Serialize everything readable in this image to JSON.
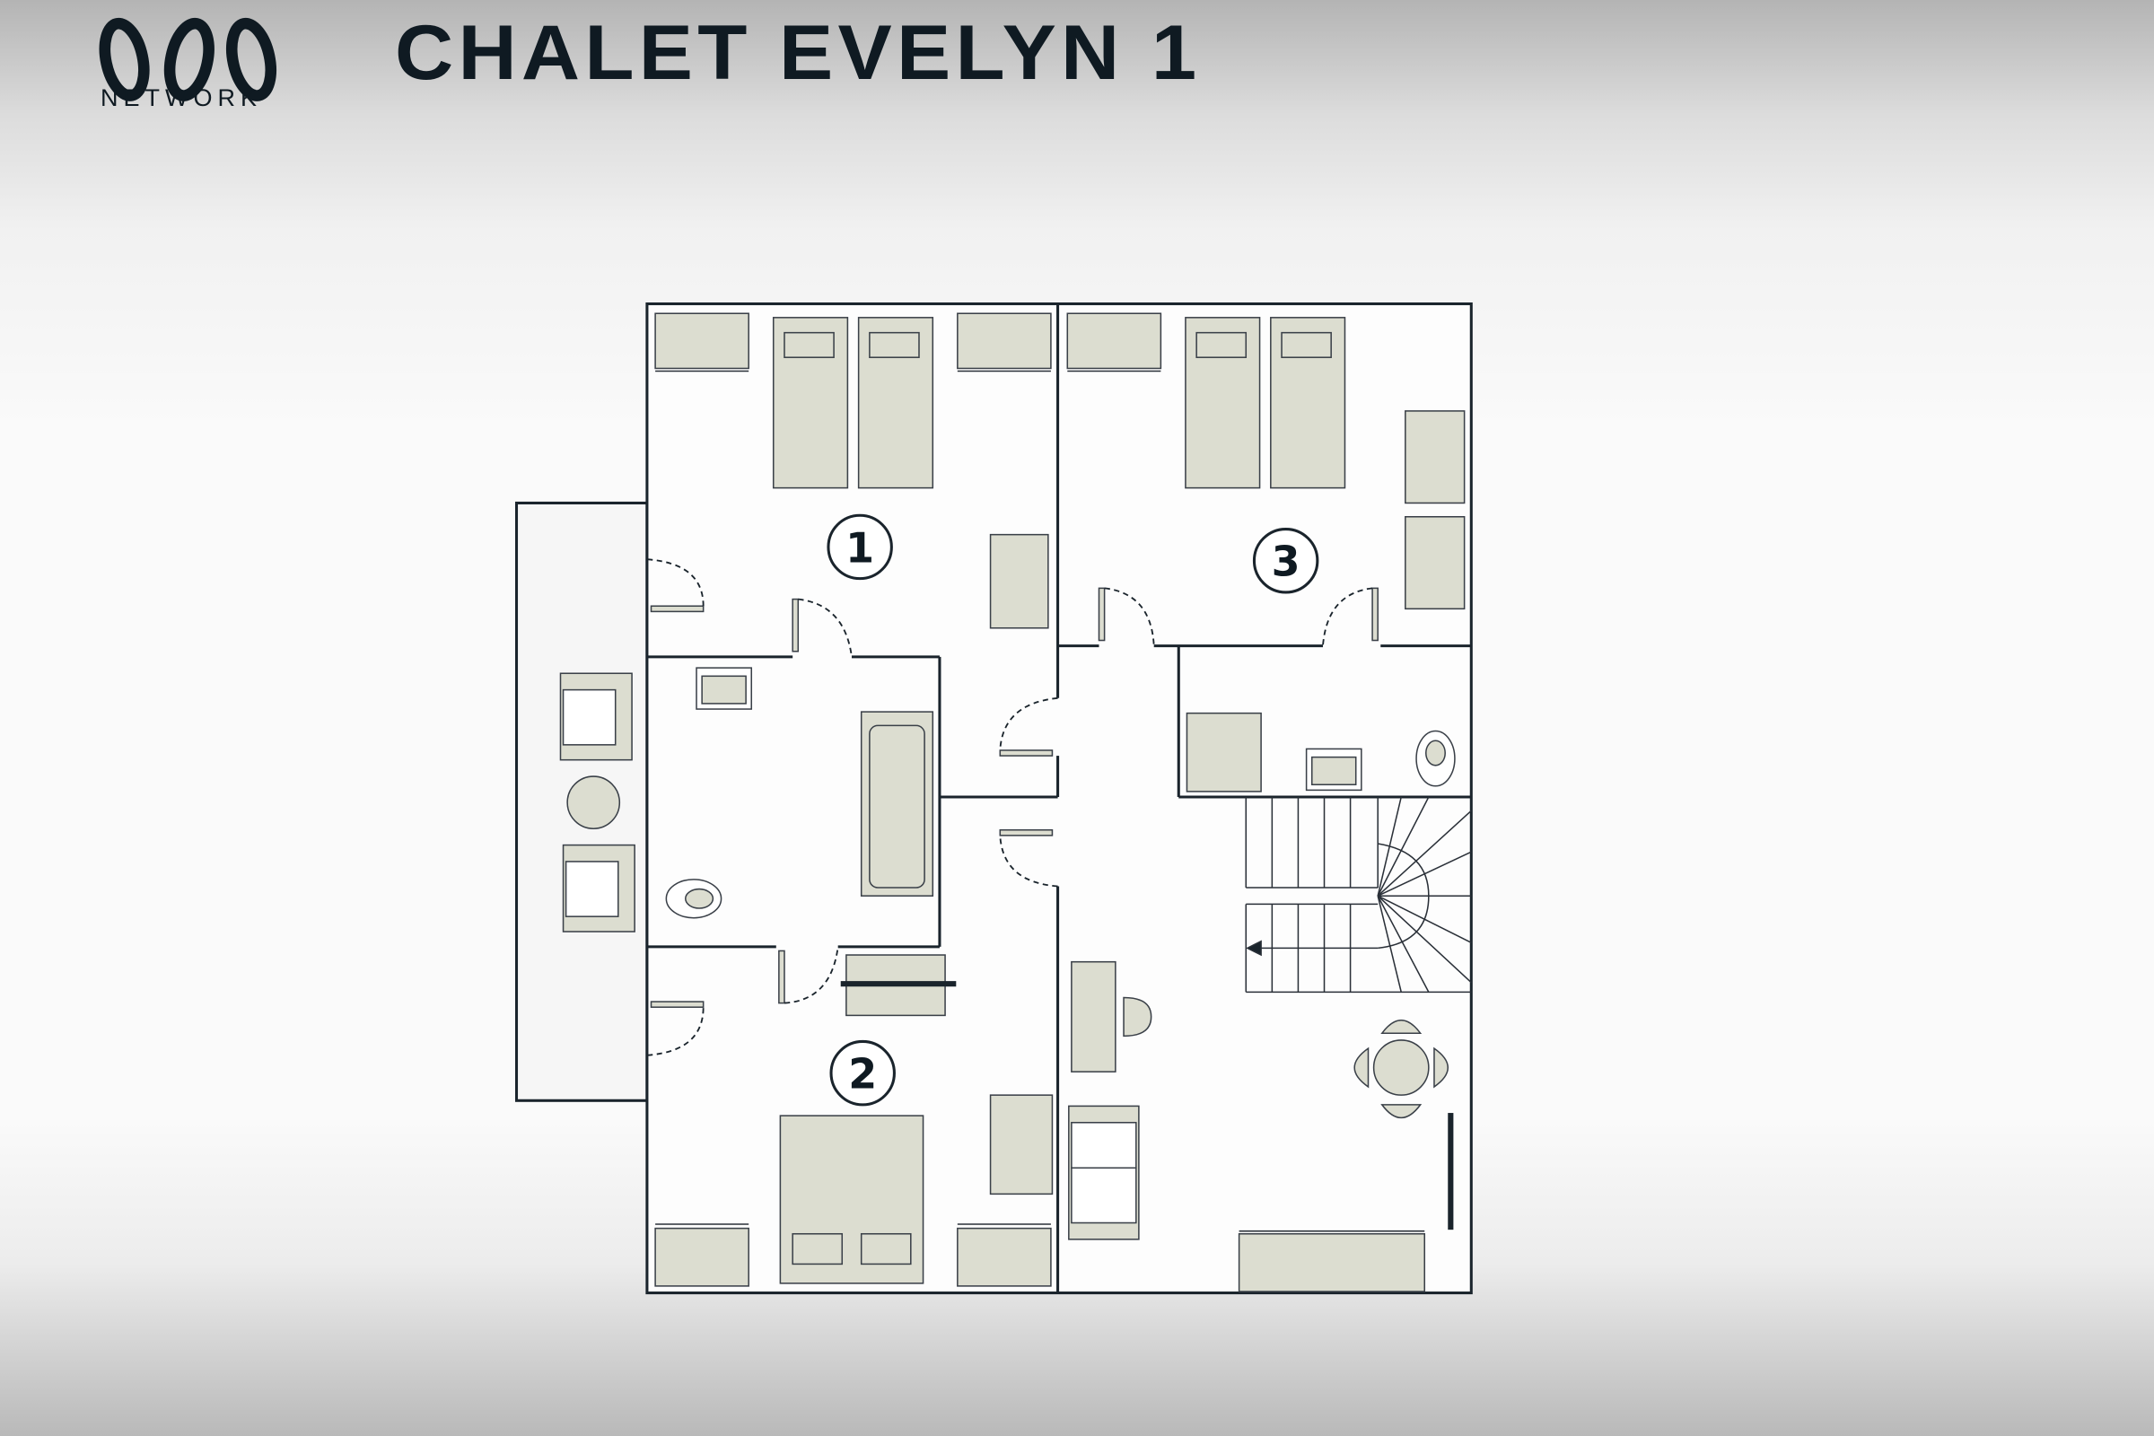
{
  "brand": {
    "logo_text": "NETWORK"
  },
  "title": "CHALET EVELYN 1",
  "rooms": [
    {
      "number": "1"
    },
    {
      "number": "2"
    },
    {
      "number": "3"
    }
  ],
  "colors": {
    "ink": "#0f1a22",
    "furniture": "#dcddd0"
  }
}
